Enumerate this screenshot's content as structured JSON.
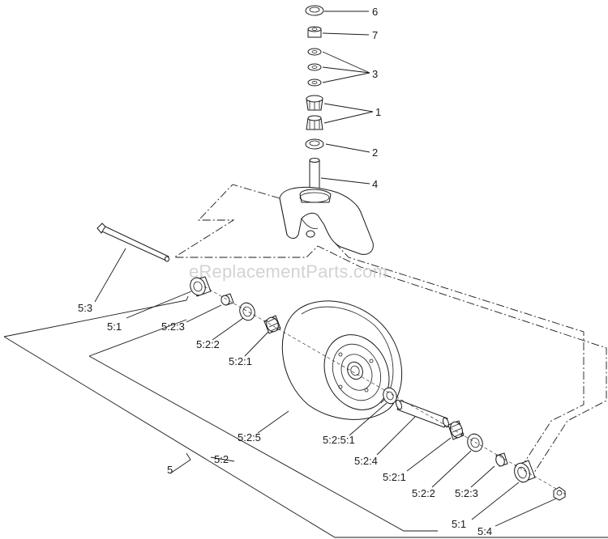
{
  "watermark": "eReplacementParts.com",
  "callouts": [
    {
      "id": "c-6",
      "text": "6"
    },
    {
      "id": "c-7",
      "text": "7"
    },
    {
      "id": "c-3",
      "text": "3"
    },
    {
      "id": "c-1",
      "text": "1"
    },
    {
      "id": "c-2",
      "text": "2"
    },
    {
      "id": "c-4",
      "text": "4"
    },
    {
      "id": "c-5-3",
      "text": "5:3"
    },
    {
      "id": "c-5-1a",
      "text": "5:1"
    },
    {
      "id": "c-5-2-3a",
      "text": "5:2:3"
    },
    {
      "id": "c-5-2-2a",
      "text": "5:2:2"
    },
    {
      "id": "c-5-2-1a",
      "text": "5:2:1"
    },
    {
      "id": "c-5-2-5",
      "text": "5:2:5"
    },
    {
      "id": "c-5-2-5-1",
      "text": "5:2:5:1"
    },
    {
      "id": "c-5-2-4",
      "text": "5:2:4"
    },
    {
      "id": "c-5-2-1b",
      "text": "5:2:1"
    },
    {
      "id": "c-5-2-2b",
      "text": "5:2:2"
    },
    {
      "id": "c-5-2-3b",
      "text": "5:2:3"
    },
    {
      "id": "c-5-1b",
      "text": "5:1"
    },
    {
      "id": "c-5-4",
      "text": "5:4"
    },
    {
      "id": "c-5",
      "text": "5"
    },
    {
      "id": "c-5-2",
      "text": "5:2"
    }
  ]
}
